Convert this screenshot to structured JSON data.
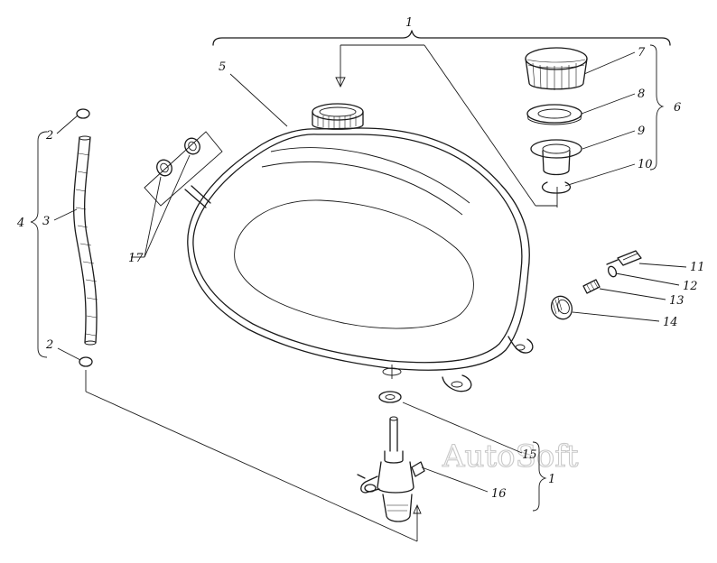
{
  "labels": {
    "l1_top": "1",
    "l2_top": "2",
    "l3": "3",
    "l4": "4",
    "l2_bottom": "2",
    "l5": "5",
    "l6": "6",
    "l7": "7",
    "l8": "8",
    "l9": "9",
    "l10": "10",
    "l11": "11",
    "l12": "12",
    "l13": "13",
    "l14": "14",
    "l15": "15",
    "l16": "16",
    "l1_bottom": "1",
    "l17": "17"
  },
  "watermark": "AutoSoft"
}
